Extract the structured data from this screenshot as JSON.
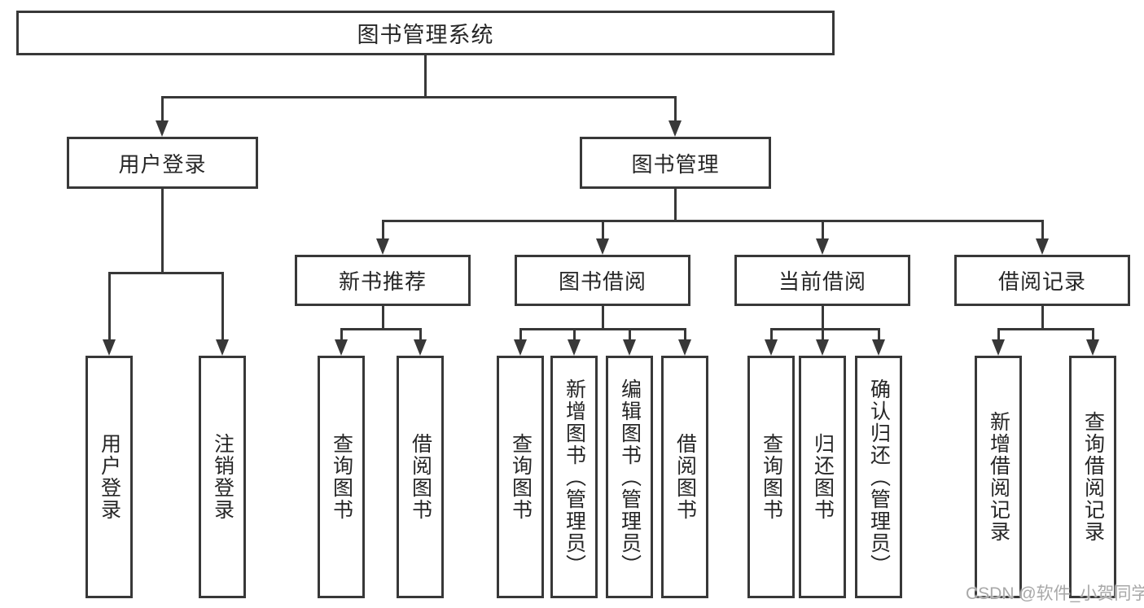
{
  "diagram": {
    "root": {
      "label": "图书管理系统"
    },
    "branches": [
      {
        "label": "用户登录",
        "children": [
          {
            "label": "用户登录"
          },
          {
            "label": "注销登录"
          }
        ]
      },
      {
        "label": "图书管理",
        "children": [
          {
            "label": "新书推荐",
            "children": [
              {
                "label": "查询图书"
              },
              {
                "label": "借阅图书"
              }
            ]
          },
          {
            "label": "图书借阅",
            "children": [
              {
                "label": "查询图书"
              },
              {
                "label": "新增图书（管理员）"
              },
              {
                "label": "编辑图书（管理员）"
              },
              {
                "label": "借阅图书"
              }
            ]
          },
          {
            "label": "当前借阅",
            "children": [
              {
                "label": "查询图书"
              },
              {
                "label": "归还图书"
              },
              {
                "label": "确认归还（管理员）"
              }
            ]
          },
          {
            "label": "借阅记录",
            "children": [
              {
                "label": "新增借阅记录"
              },
              {
                "label": "查询借阅记录"
              }
            ]
          }
        ]
      }
    ]
  },
  "watermark": {
    "text": "CSDN @软件_小贺同学"
  },
  "colors": {
    "line": "#383838",
    "text": "#262626",
    "box_background": "#ffffff",
    "watermark": "#a8a8a8"
  }
}
